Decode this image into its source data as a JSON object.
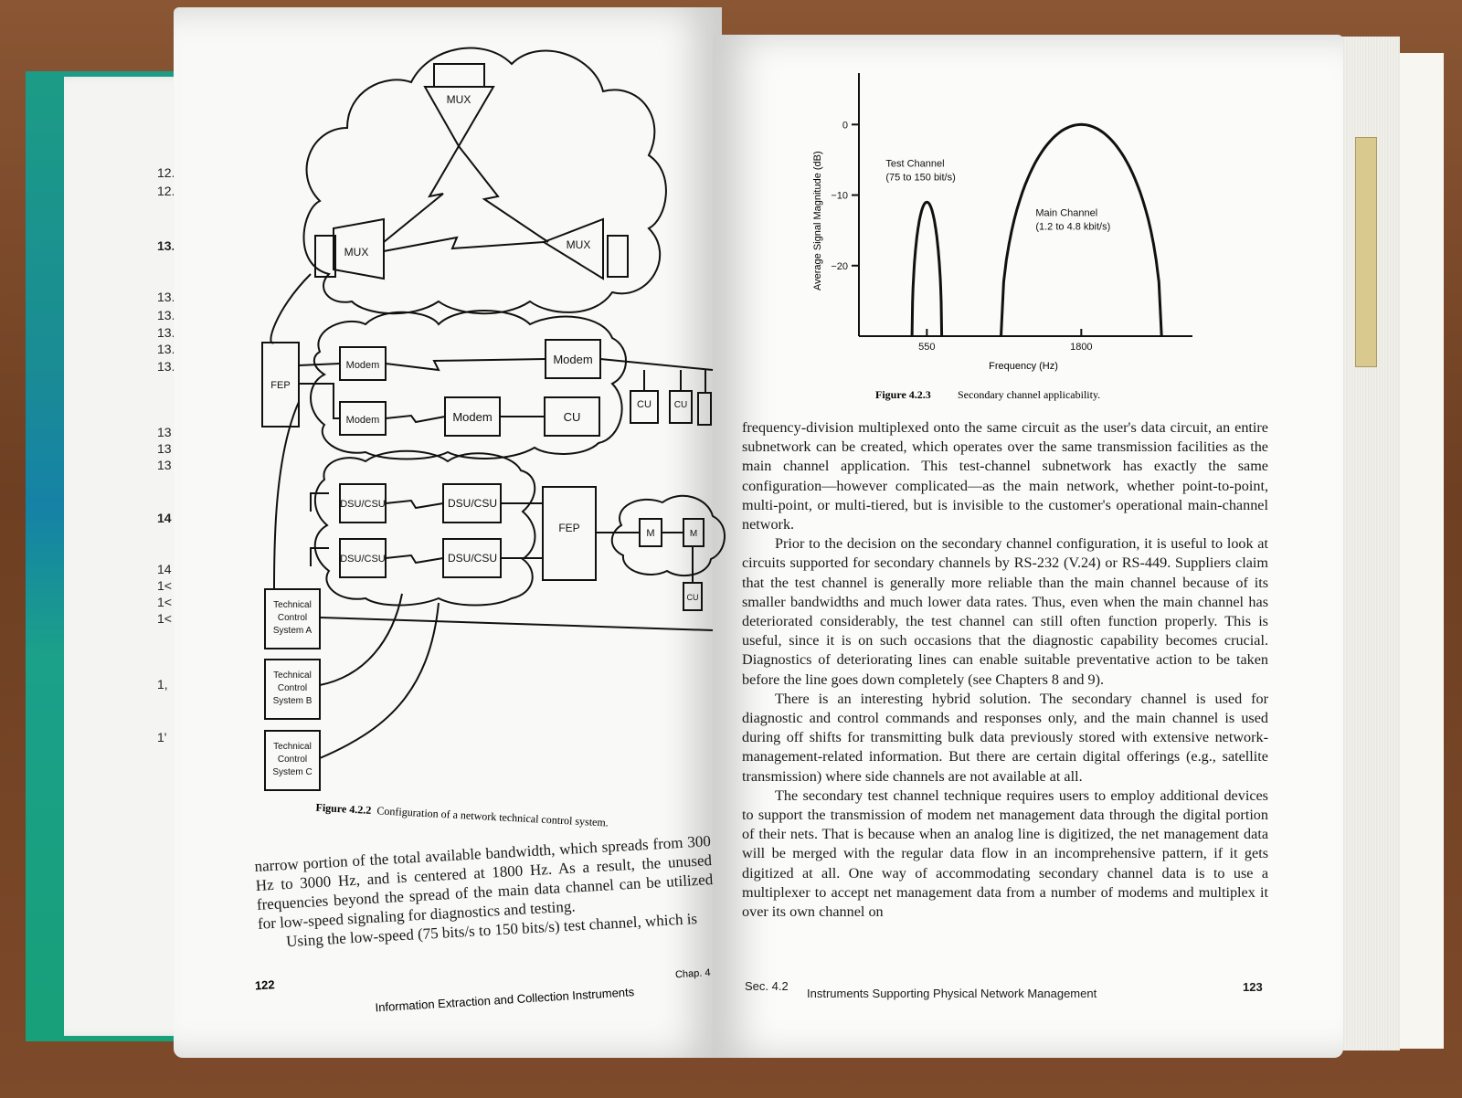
{
  "toc_edge": [
    "12.",
    "12.",
    "13.",
    "13.",
    "13.",
    "13.",
    "13.",
    "13.",
    "13",
    "13",
    "13",
    "14",
    "14",
    "1<",
    "1<",
    "1<",
    "1,",
    "1'"
  ],
  "left_page": {
    "figure_number": "Figure 4.2.2",
    "figure_caption": "Configuration of a network technical control system.",
    "diagram_labels": {
      "mux": "MUX",
      "modem": "Modem",
      "cu": "CU",
      "fep": "FEP",
      "dsu_csu": "DSU/CSU",
      "m": "M",
      "tcs_a": [
        "Technical",
        "Control",
        "System A"
      ],
      "tcs_b": [
        "Technical",
        "Control",
        "System B"
      ],
      "tcs_c": [
        "Technical",
        "Control",
        "System C"
      ]
    },
    "paragraphs": [
      "narrow portion of the total available bandwidth, which spreads from 300 Hz to 3000 Hz, and is centered at 1800 Hz. As a result, the unused frequencies beyond the spread of the main data channel can be utilized for low-speed signaling for diagnostics and testing.",
      "Using the low-speed (75 bits/s to 150 bits/s) test channel, which is"
    ],
    "page_number": "122",
    "running_footer": "Information Extraction and Collection Instruments",
    "chapter_tag": "Chap. 4"
  },
  "right_page": {
    "figure_number": "Figure 4.2.3",
    "figure_caption": "Secondary channel applicability.",
    "paragraphs": [
      "frequency-division multiplexed onto the same circuit as the user's data circuit, an entire subnetwork can be created, which operates over the same transmission facilities as the main channel application. This test-channel subnetwork has exactly the same configuration—however complicated—as the main network, whether point-to-point, multi-point, or multi-tiered, but is invisible to the customer's operational main-channel network.",
      "Prior to the decision on the secondary channel configuration, it is useful to look at circuits supported for secondary channels by RS-232 (V.24) or RS-449. Suppliers claim that the test channel is generally more reliable than the main channel because of its smaller bandwidths and much lower data rates. Thus, even when the main channel has deteriorated considerably, the test channel can still often function properly. This is useful, since it is on such occasions that the diagnostic capability becomes crucial. Diagnostics of deteriorating lines can enable suitable preventative action to be taken before the line goes down completely (see Chapters 8 and 9).",
      "There is an interesting hybrid solution. The secondary channel is used for diagnostic and control commands and responses only, and the main channel is used during off shifts for transmitting bulk data previously stored with extensive network-management-related information. But there are certain digital offerings (e.g., satellite transmission) where side channels are not available at all.",
      "The secondary test channel technique requires users to employ additional devices to support the transmission of modem net management data through the digital portion of their nets. That is because when an analog line is digitized, the net management data will be merged with the regular data flow in an incomprehensive pattern, if it gets digitized at all. One way of accommodating secondary channel data is to use a multiplexer to accept net management data from a number of modems and multiplex it over its own channel on"
    ],
    "section_tag": "Sec. 4.2",
    "running_footer": "Instruments Supporting Physical Network Management",
    "page_number": "123"
  },
  "chart_data": {
    "type": "area",
    "ylabel": "Average Signal Magnitude (dB)",
    "xlabel": "Frequency (Hz)",
    "y_ticks": [
      0,
      -10,
      -20
    ],
    "x_ticks": [
      550,
      1800
    ],
    "ylim": [
      -30,
      6
    ],
    "series": [
      {
        "name": "Test Channel",
        "sublabel": "(75 to 150 bit/s)",
        "center": 550,
        "peak": -11,
        "range": [
          430,
          670
        ]
      },
      {
        "name": "Main Channel",
        "sublabel": "(1.2 to 4.8 kbit/s)",
        "center": 1800,
        "peak": 0,
        "range": [
          1150,
          2450
        ]
      }
    ]
  }
}
